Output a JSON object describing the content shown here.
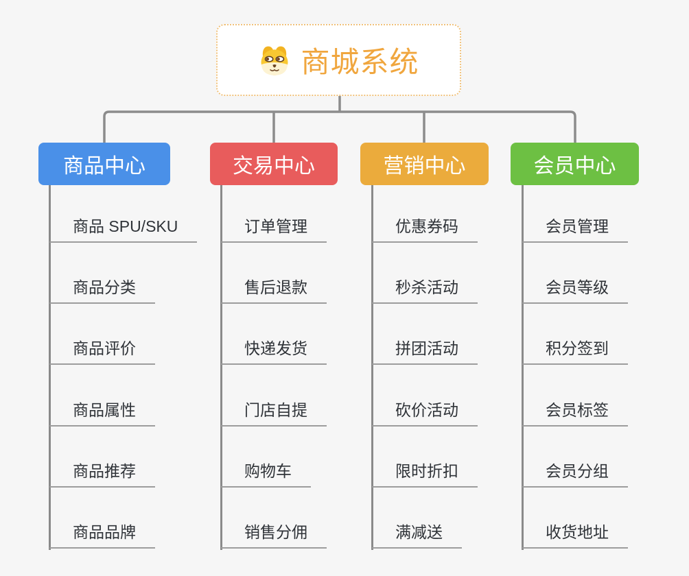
{
  "root": {
    "title": "商城系统",
    "icon": "doge-dog-icon"
  },
  "branches": [
    {
      "label": "商品中心",
      "color": "#4a90e8",
      "children": [
        "商品 SPU/SKU",
        "商品分类",
        "商品评价",
        "商品属性",
        "商品推荐",
        "商品品牌"
      ]
    },
    {
      "label": "交易中心",
      "color": "#e85c5c",
      "children": [
        "订单管理",
        "售后退款",
        "快递发货",
        "门店自提",
        "购物车",
        "销售分佣"
      ]
    },
    {
      "label": "营销中心",
      "color": "#ebab3c",
      "children": [
        "优惠券码",
        "秒杀活动",
        "拼团活动",
        "砍价活动",
        "限时折扣",
        "满减送"
      ]
    },
    {
      "label": "会员中心",
      "color": "#6dc043",
      "children": [
        "会员管理",
        "会员等级",
        "积分签到",
        "会员标签",
        "会员分组",
        "收货地址"
      ]
    }
  ],
  "colors": {
    "background": "#f6f6f6",
    "connector": "#8c8c8c",
    "root_text": "#f0a63e",
    "root_border": "#f0c17a",
    "subtopic_text": "#2f3338",
    "underline": "#9c9c9c"
  }
}
